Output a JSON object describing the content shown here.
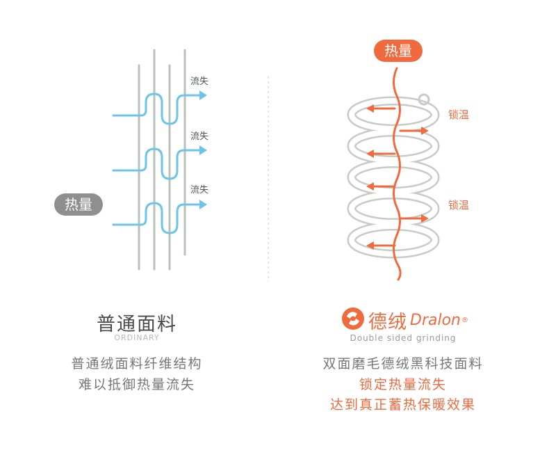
{
  "colors": {
    "fiber": "#b9c2b8",
    "heat_flow": "#6cc4e8",
    "spiral": "#c5cbc5",
    "accent": "#f06a3e",
    "heat_badge_gray": "#8f8f8f"
  },
  "left": {
    "heat_label": "热量",
    "loss_labels": [
      "流失",
      "流失",
      "流失"
    ],
    "title": "普通面料",
    "subtitle": "ORDINARY",
    "desc_line1": "普通绒面料纤维结构",
    "desc_line2": "难以抵御热量流失"
  },
  "right": {
    "heat_label": "热量",
    "lock_labels": [
      "锁温",
      "锁温"
    ],
    "brand_cn": "德绒",
    "brand_en": "Dralon",
    "brand_reg": "®",
    "brand_icon": "dralon-logo-icon",
    "subtitle": "Double sided grinding",
    "desc_line1": "双面磨毛德绒黑科技面料",
    "desc_line2": "锁定热量流失",
    "desc_line3": "达到真正蓄热保暖效果"
  }
}
